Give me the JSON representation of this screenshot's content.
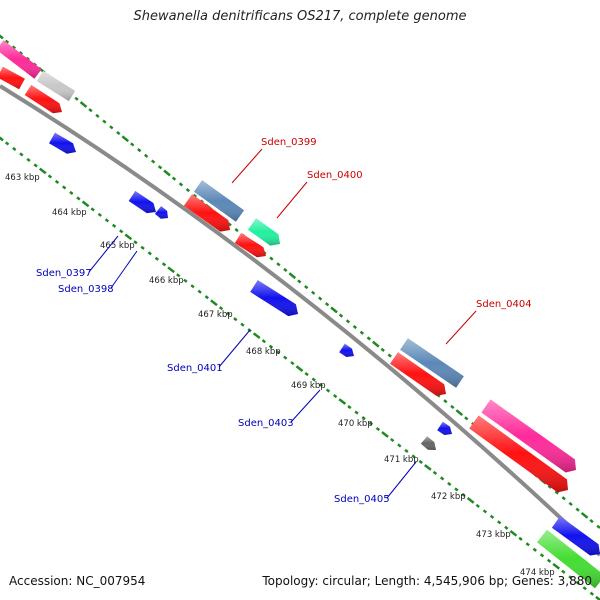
{
  "title": "Shewanella denitrificans OS217, complete genome",
  "footer": {
    "accession": "Accession: NC_007954",
    "summary": "Topology: circular; Length: 4,545,906 bp; Genes: 3,880"
  },
  "colors": {
    "backbone": "#8a8a8a",
    "tick": "#1f8a1f",
    "label_forward": "#cc0000",
    "label_reverse": "#0000bb",
    "gene_red": "#ff1111",
    "gene_blue": "#1111ee",
    "gene_steel": "#5b88b8",
    "gene_magenta": "#ff2a9a",
    "gene_gray": "#c8c8c8",
    "gene_teal": "#22f0a0",
    "gene_green": "#44dd33",
    "gene_darkgray": "#666666"
  },
  "kbp_labels": [
    {
      "text": "463 kbp"
    },
    {
      "text": "464 kbp"
    },
    {
      "text": "465 kbp"
    },
    {
      "text": "466 kbp"
    },
    {
      "text": "467 kbp"
    },
    {
      "text": "468 kbp"
    },
    {
      "text": "469 kbp"
    },
    {
      "text": "470 kbp"
    },
    {
      "text": "471 kbp"
    },
    {
      "text": "472 kbp"
    },
    {
      "text": "473 kbp"
    },
    {
      "text": "474 kbp"
    }
  ],
  "gene_labels": [
    {
      "text": "Sden_0399",
      "strand": "forward"
    },
    {
      "text": "Sden_0400",
      "strand": "forward"
    },
    {
      "text": "Sden_0404",
      "strand": "forward"
    },
    {
      "text": "Sden_0397",
      "strand": "reverse"
    },
    {
      "text": "Sden_0398",
      "strand": "reverse"
    },
    {
      "text": "Sden_0401",
      "strand": "reverse"
    },
    {
      "text": "Sden_0403",
      "strand": "reverse"
    },
    {
      "text": "Sden_0405",
      "strand": "reverse"
    }
  ]
}
